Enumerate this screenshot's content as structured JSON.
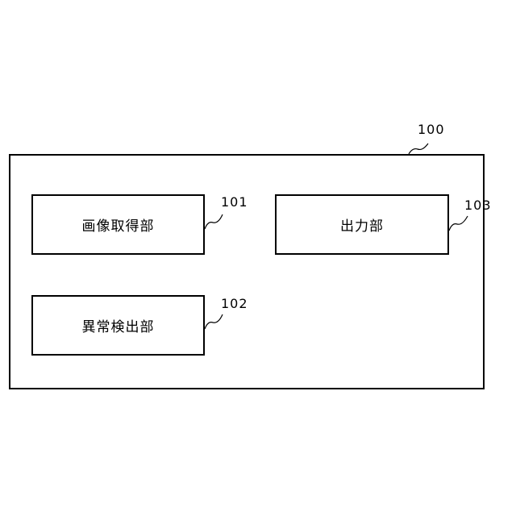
{
  "diagram": {
    "system": {
      "ref": "100"
    },
    "blocks": [
      {
        "id": "image-acquisition",
        "label": "画像取得部",
        "ref": "101"
      },
      {
        "id": "anomaly-detection",
        "label": "異常検出部",
        "ref": "102"
      },
      {
        "id": "output",
        "label": "出力部",
        "ref": "103"
      }
    ]
  }
}
